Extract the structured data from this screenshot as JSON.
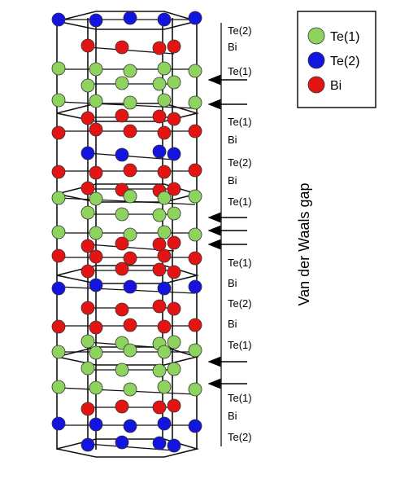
{
  "legend": [
    {
      "label": "Te(1)",
      "color": "#8fd35f"
    },
    {
      "label": "Te(2)",
      "color": "#1414e0"
    },
    {
      "label": "Bi",
      "color": "#e51414"
    }
  ],
  "layer_labels": [
    "Te(2)",
    "Bi",
    "Te(1)",
    "Te(1)",
    "Bi",
    "Te(2)",
    "Bi",
    "Te(1)",
    "Te(1)",
    "Bi",
    "Te(2)",
    "Bi",
    "Te(1)",
    "Te(1)",
    "Bi",
    "Te(2)"
  ],
  "gap_label": "Van der Waals gap",
  "atom_colors": {
    "te1": "#8fd35f",
    "te2": "#1414e0",
    "bi": "#e51414"
  },
  "atom_layers": [
    "te2",
    "bi",
    "te1",
    "te1",
    "bi",
    "te2",
    "bi",
    "te1",
    "te1",
    "bi",
    "te2",
    "bi",
    "te1",
    "te1",
    "bi",
    "te2"
  ]
}
